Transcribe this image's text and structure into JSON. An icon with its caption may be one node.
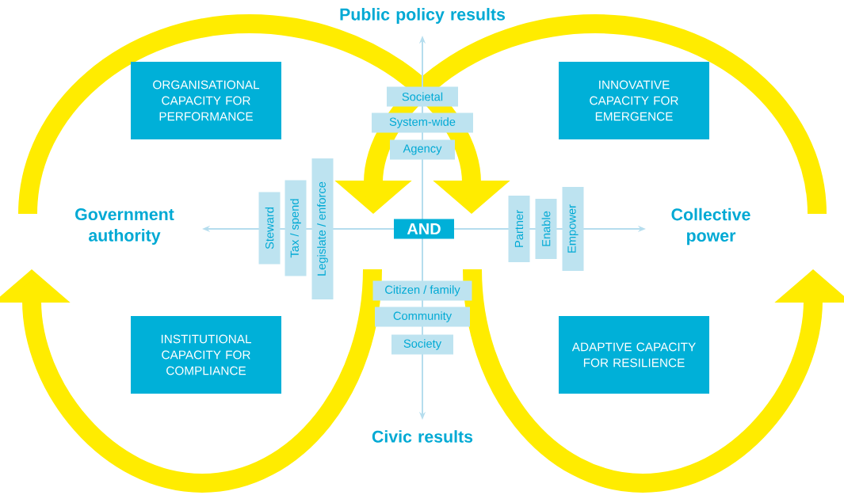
{
  "diagram": {
    "nodes": [
      {
        "text": [
          "ORGANISATIONAL CAPACITY FOR PERFORMANCE"
        ]
      },
      {
        "text": [
          "Societal"
        ]
      },
      {
        "text": [
          "System-wide"
        ]
      },
      {
        "text": [
          "Agency"
        ]
      },
      {
        "text": [
          "INNOVATIVE CAPACITY FOR EMERGENCE"
        ]
      },
      {
        "text": [
          "Steward"
        ]
      },
      {
        "text": [
          "Tax / spend"
        ]
      },
      {
        "text": [
          "Legislate / enforce"
        ]
      },
      {
        "text": [
          "AND"
        ]
      },
      {
        "text": [
          "Partner"
        ]
      },
      {
        "text": [
          "Enable"
        ]
      },
      {
        "text": [
          "Empower"
        ]
      },
      {
        "text": [
          "Citizen / family"
        ]
      },
      {
        "text": [
          "Community"
        ]
      },
      {
        "text": [
          "Society"
        ]
      },
      {
        "text": [
          "INSTITUTIONAL CAPACITY FOR COMPLIANCE"
        ]
      },
      {
        "text": [
          "ADAPTIVE CAPACITY FOR RESILIENCE"
        ]
      }
    ],
    "labels": [
      "Public policy results",
      "Government authority",
      "Collective power",
      "Civic results"
    ]
  }
}
